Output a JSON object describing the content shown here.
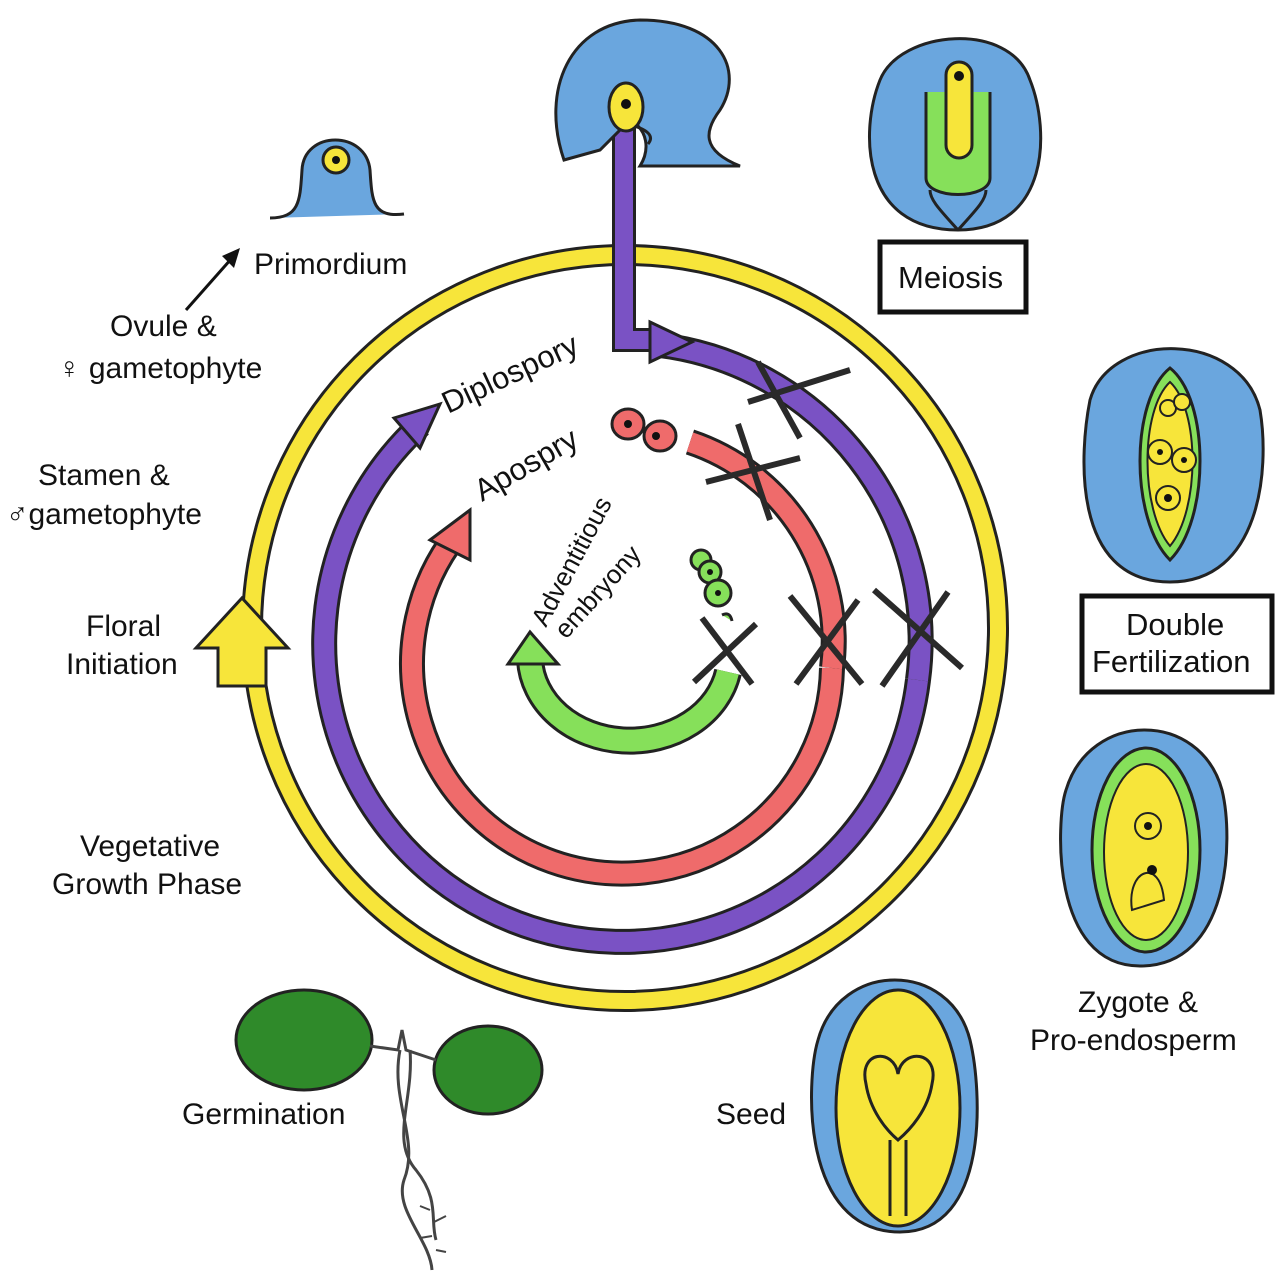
{
  "labels": {
    "primordium": "Primordium",
    "ovule_line1": "Ovule &",
    "ovule_line2": "♀ gametophyte",
    "stamen_line1": "Stamen &",
    "stamen_line2": "♂gametophyte",
    "floral_line1": "Floral",
    "floral_line2": "Initiation",
    "vegetative_line1": "Vegetative",
    "vegetative_line2": "Growth Phase",
    "germination": "Germination",
    "seed": "Seed",
    "zygote_line1": "Zygote &",
    "zygote_line2": "Pro-endosperm",
    "meiosis": "Meiosis",
    "double_line1": "Double",
    "double_line2": "Fertilization"
  },
  "pathways": {
    "diplospory": "Diplospory",
    "apospry": "Apospry",
    "adventitious_line1": "Adventitious",
    "adventitious_line2": "embryony"
  },
  "colors": {
    "outer_cycle": "#f7e53a",
    "diplospory": "#7a52c4",
    "apospory": "#ef6b6b",
    "adventitious": "#86e05a",
    "ovule_blue": "#6aa6de",
    "yellow_fill": "#f7e53a",
    "leaf_green": "#2f8a2a"
  }
}
